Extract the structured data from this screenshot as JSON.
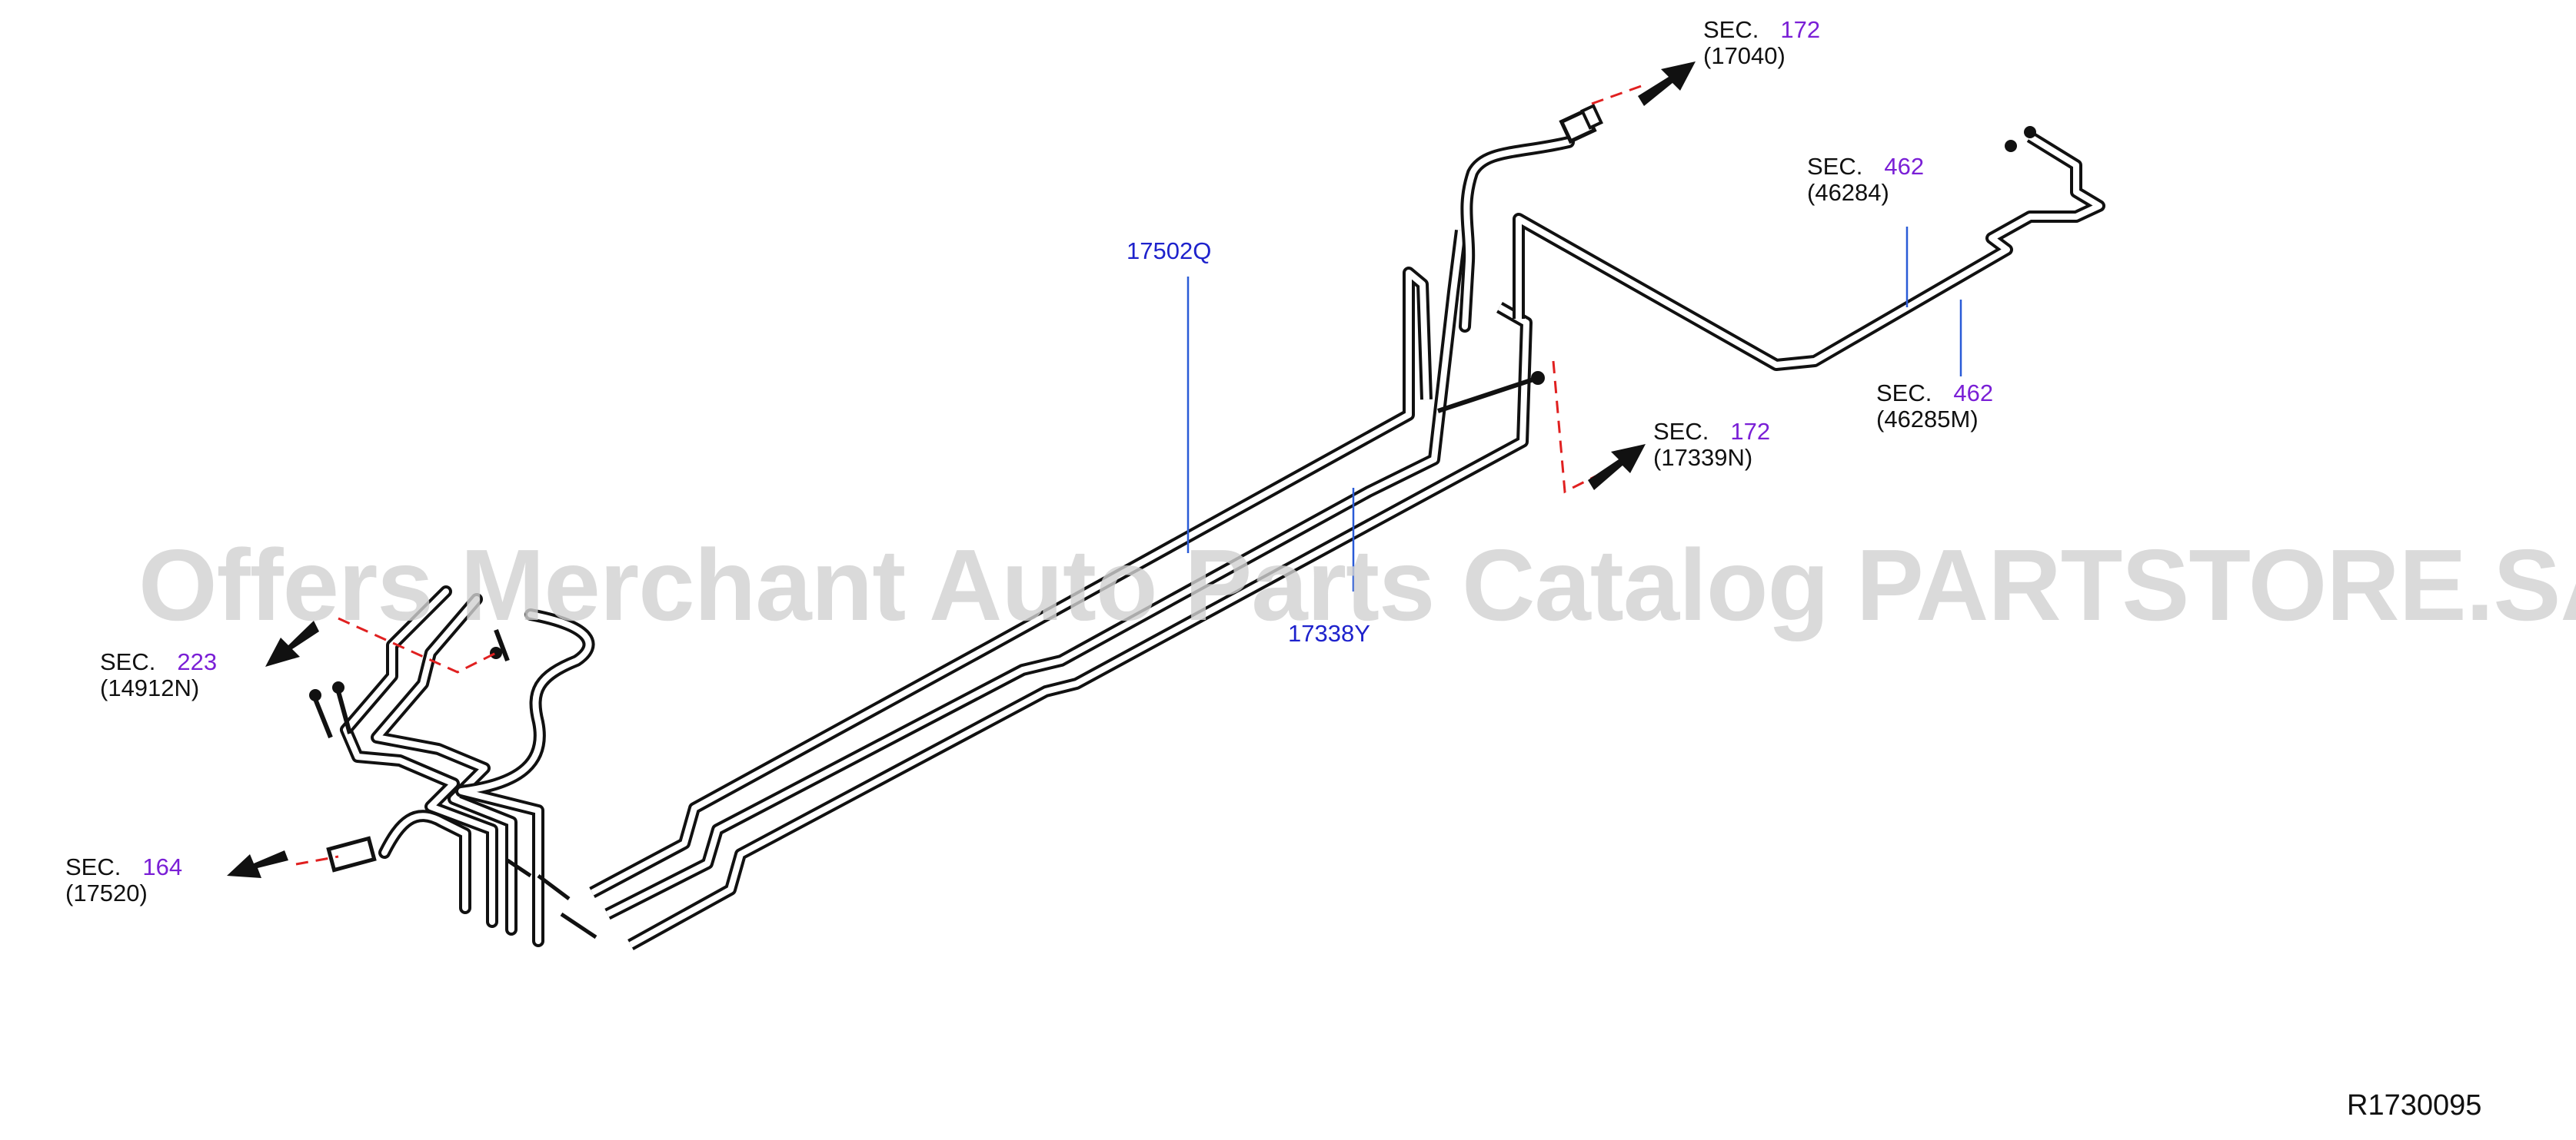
{
  "watermark": "Offers Merchant Auto Parts Catalog PARTSTORE.SA",
  "figure_id": "R1730095",
  "callouts": [
    {
      "prefix": "SEC.",
      "sec": "172",
      "ref": "(17040)"
    },
    {
      "prefix": "SEC.",
      "sec": "462",
      "ref": "(46284)"
    },
    {
      "prefix": "SEC.",
      "sec": "462",
      "ref": "(46285M)"
    },
    {
      "prefix": "SEC.",
      "sec": "172",
      "ref": "(17339N)"
    },
    {
      "prefix": "SEC.",
      "sec": "223",
      "ref": "(14912N)"
    },
    {
      "prefix": "SEC.",
      "sec": "164",
      "ref": "(17520)"
    }
  ],
  "parts": [
    "17502Q",
    "17338Y"
  ],
  "colors": {
    "line": "#111111",
    "leader": "#2a5bd7",
    "dashed": "#e02020",
    "section": "#7a1fd6",
    "part": "#1e22cc"
  }
}
